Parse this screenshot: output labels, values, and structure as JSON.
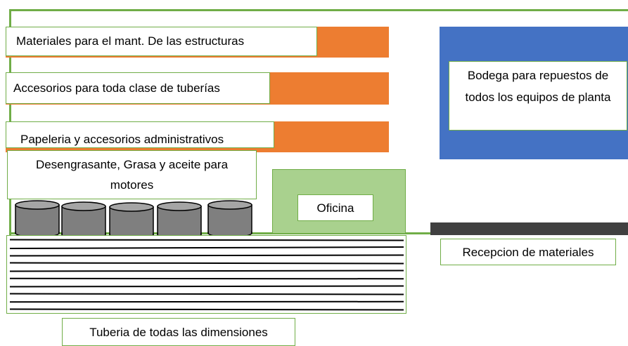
{
  "labels": {
    "shelf_maintenance": "Materiales para el mant. De las estructuras",
    "shelf_pipe_accessories": "Accesorios para toda clase de tuberías",
    "shelf_stationery": "Papeleria y accesorios administrativos",
    "lubricants": "Desengrasante, Grasa y aceite para motores",
    "office": "Oficina",
    "spare_parts_warehouse": "Bodega para repuestos de todos los equipos de planta",
    "receiving": "Recepcion de materiales",
    "pipes": "Tuberia de todas las dimensiones"
  },
  "colors": {
    "wall": "#70ad47",
    "shelf": "#ed7d31",
    "warehouse": "#4472c4",
    "office": "#a9d18e",
    "receiving_bar": "#404040",
    "barrel": "#7f7f7f"
  },
  "barrel_count": 5,
  "pipe_line_count": 10
}
